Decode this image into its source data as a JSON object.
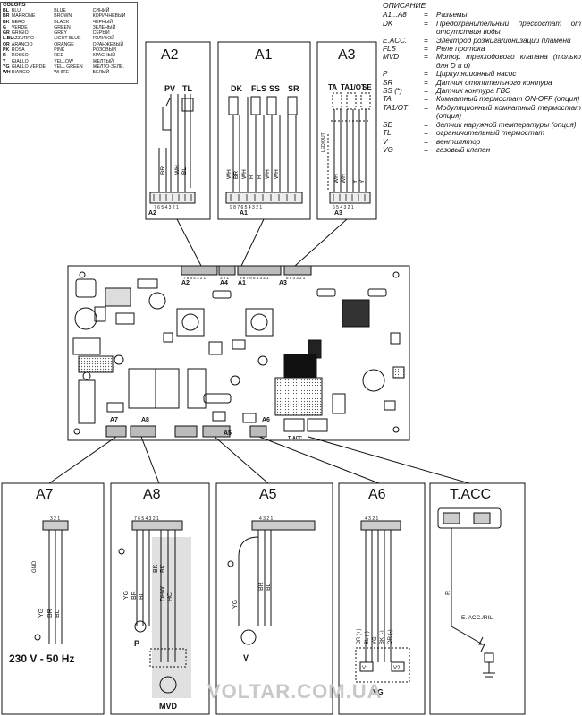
{
  "colors_legend": {
    "title": "COLORS",
    "rows": [
      {
        "code": "BL",
        "it": "BLU",
        "en": "BLUE",
        "ru": "СИНИЙ"
      },
      {
        "code": "BR",
        "it": "MARRONE",
        "en": "BROWN",
        "ru": "КОРИЧНЕВЫЙ"
      },
      {
        "code": "BK",
        "it": "NERO",
        "en": "BLACK",
        "ru": "ЧЕРНЫЙ"
      },
      {
        "code": "G",
        "it": "VERDE",
        "en": "GREEN",
        "ru": "ЗЕЛЕНЫЙ"
      },
      {
        "code": "GR",
        "it": "GRIGIO",
        "en": "GREY",
        "ru": "СЕРЫЙ"
      },
      {
        "code": "L.BL",
        "it": "AZZURRO",
        "en": "LIGHT BLUE",
        "ru": "ГОЛУБОЙ"
      },
      {
        "code": "OR",
        "it": "ARANCIO",
        "en": "ORANGE",
        "ru": "ОРАНЖЕВЫЙ"
      },
      {
        "code": "PK",
        "it": "ROSA",
        "en": "PINK",
        "ru": "РОЗОВЫЙ"
      },
      {
        "code": "R",
        "it": "ROSSO",
        "en": "RED",
        "ru": "КРАСНЫЙ"
      },
      {
        "code": "Y",
        "it": "GIALLO",
        "en": "YELLOW",
        "ru": "ЖЕЛТЫЙ"
      },
      {
        "code": "YG",
        "it": "GIALLO VERDE",
        "en": "YELL GREEN",
        "ru": "ЖЕЛТО-ЗЕЛЕ."
      },
      {
        "code": "WH",
        "it": "BIANCO",
        "en": "WHITE",
        "ru": "БЕЛЫЙ"
      }
    ]
  },
  "description": {
    "title": "ОПИСАНИЕ",
    "items": [
      {
        "code": "A1...A8",
        "eq": "=",
        "desc": "Разъемы"
      },
      {
        "code": "DK",
        "eq": "=",
        "desc": "Предохранительный прессостат от отсутствия воды"
      },
      {
        "code": "E.ACC.",
        "eq": "=",
        "desc": "Электрод розжига/ионизации пламени"
      },
      {
        "code": "FLS",
        "eq": "=",
        "desc": "Реле протока"
      },
      {
        "code": "MVD",
        "eq": "=",
        "desc": "Мотор трехходового клапана (только для D u o)"
      },
      {
        "code": "P",
        "eq": "=",
        "desc": "Циркуляционный насос"
      },
      {
        "code": "SR",
        "eq": "=",
        "desc": "Датчик отопительного контура"
      },
      {
        "code": "SS (*)",
        "eq": "=",
        "desc": "Датчик контура ГВС"
      },
      {
        "code": "TA",
        "eq": "=",
        "desc": "Комнатный термостат ON-OFF (опция)"
      },
      {
        "code": "TA1/OT",
        "eq": "=",
        "desc": "Модуляционный комнатный термостат (опция)"
      },
      {
        "code": "SE",
        "eq": "=",
        "desc": "датчик наружной температуры (опция)"
      },
      {
        "code": "TL",
        "eq": "=",
        "desc": "ограничительный термостат"
      },
      {
        "code": "V",
        "eq": "=",
        "desc": "вентилятор"
      },
      {
        "code": "VG",
        "eq": "=",
        "desc": "газовый клапан"
      }
    ]
  },
  "connectors": {
    "a2": {
      "title": "A2",
      "label": "A2",
      "components": [
        "PV",
        "TL"
      ],
      "wires": [
        "BR",
        "WH",
        "BL"
      ],
      "pins": "7 6 5 4 3 2 1"
    },
    "a1": {
      "title": "A1",
      "label": "A1",
      "components": [
        "DK",
        "FLS",
        "SS",
        "SR"
      ],
      "wires": [
        "WH",
        "BR",
        "WH",
        "R",
        "R",
        "WH",
        "WH"
      ],
      "pins": "9 8 7 6 5 4 3 2 1"
    },
    "a3": {
      "title": "A3",
      "label": "A3",
      "components": [
        "TA",
        "TA1/OT",
        "SE"
      ],
      "wires": [
        "WH",
        "WH",
        "Y",
        "Y"
      ],
      "pins": "6 5 4 3 2 1",
      "side_label": "LED/OUT"
    },
    "a7": {
      "title": "A7",
      "wires": [
        "GND",
        "YG",
        "BR",
        "BL"
      ],
      "pins": "3 2 1",
      "voltage": "230 V - 50 Hz"
    },
    "a8": {
      "title": "A8",
      "wires": [
        "YG",
        "BR",
        "BL",
        "BK",
        "BK",
        "DHW",
        "HC"
      ],
      "pins": "7 6 5 4 3 2 1",
      "pump": "P",
      "motor": "MVD"
    },
    "a5": {
      "title": "A5",
      "wires": [
        "YG",
        "BR",
        "BL"
      ],
      "pins": "4 3 2 1",
      "fan": "V"
    },
    "a6": {
      "title": "A6",
      "wires": [
        "BR (+)",
        "BL (-)",
        "YG",
        "BK (-)",
        "OR (-)"
      ],
      "pins": "4 3 2 1",
      "valve": "VG",
      "coils": [
        "V1",
        "V2"
      ]
    },
    "tacc": {
      "title": "T.ACC",
      "wire": "R",
      "electrode": "E. ACC./RIL."
    }
  },
  "board": {
    "top_labels": [
      "A2",
      "A4",
      "A1",
      "A3"
    ],
    "bottom_labels": [
      "A7",
      "A8",
      "A5",
      "A6",
      "T. ACC."
    ],
    "top_pins": [
      "7 6 5 4 3 2 1",
      "3 2 1",
      "9 8 7 6 5 4 3 2 1",
      "6 5 4 3 2 1"
    ]
  },
  "watermark": "VOLTAR.COM.UA"
}
